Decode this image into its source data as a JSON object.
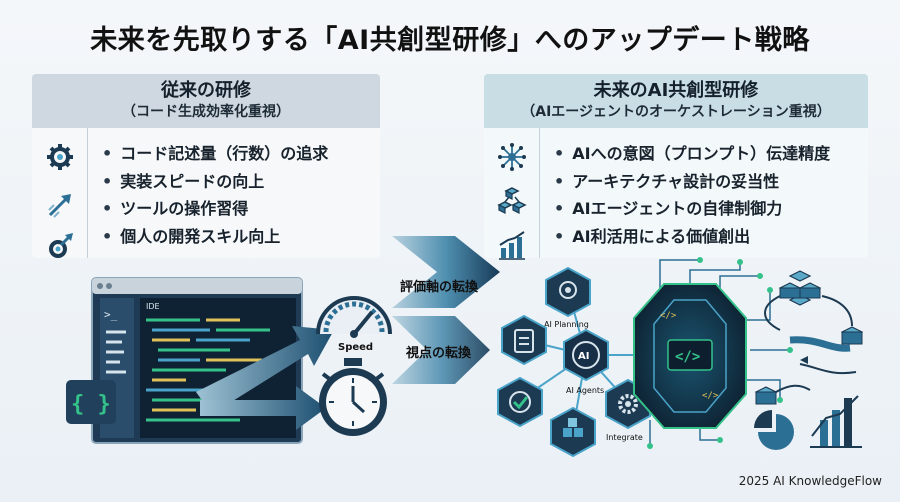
{
  "title": "未来を先取りする「AI共創型研修」へのアップデート戦略",
  "left_panel": {
    "heading": "従来の研修",
    "subheading": "（コード生成効率化重視）",
    "items": [
      "コード記述量（行数）の追求",
      "実装スピードの向上",
      "ツールの操作習得",
      "個人の開発スキル向上"
    ],
    "icons": [
      "gear-icon",
      "upward-arrow-icon",
      "gear-arrow-icon"
    ]
  },
  "right_panel": {
    "heading": "未来のAI共創型研修",
    "subheading": "（AIエージェントのオーケストレーション重視）",
    "items": [
      "AIへの意図（プロンプト）伝達精度",
      "アーキテクチャ設計の妥当性",
      "AIエージェントの自律制御力",
      "AI利活用による価値創出"
    ],
    "icons": [
      "network-hub-icon",
      "cube-structure-icon",
      "bar-chart-icon"
    ]
  },
  "shift": {
    "label1": "評価軸の転換",
    "label2": "視点の転換"
  },
  "left_illustration": {
    "ide_label": "IDE",
    "speed_label": "Speed",
    "brace_text": "{ }"
  },
  "right_illustration": {
    "planning_label": "AI Planning",
    "ai_label": "AI",
    "agents_label": "AI Agents",
    "integrate_label": "Integrate",
    "code_label": "</>"
  },
  "credit": "2025 AI KnowledgeFlow",
  "colors": {
    "accent_teal": "#1f8fa3",
    "accent_green": "#35c28a",
    "navy": "#1c3447",
    "dark_blue": "#0f2233"
  }
}
